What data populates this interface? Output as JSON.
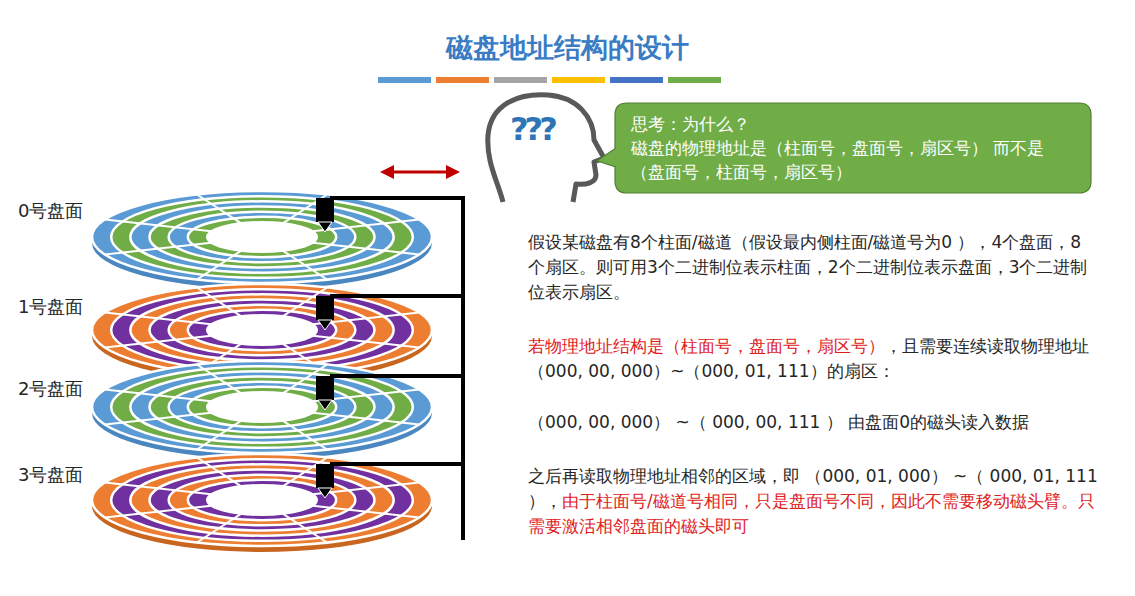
{
  "diagram": {
    "title": "磁盘地址结构的设计",
    "nodes": [
      {
        "text": [
          "思考：为什么？",
          "磁盘的物理地址是（柱面号，盘面号，扇区号） 而不是（盘面号，柱面号，扇区号）"
        ]
      }
    ],
    "labels": [
      "0号盘面",
      "1号盘面",
      "2号盘面",
      "3号盘面",
      "???",
      "假设某磁盘有8个柱面/磁道（假设最内侧柱面/磁道号为0 ），4个盘面，8个扇区。则可用3个二进制位表示柱面，2个二进制位表示盘面，3个二进制位表示扇区。",
      "若物理地址结构是（柱面号，盘面号，扇区号）",
      "，且需要连续读取物理地址 （000, 00, 000）~（000, 01, 111）的扇区：",
      "（000, 00, 000） ~（ 000, 00, 111 ） 由盘面0的磁头读入数据",
      "之后再读取物理地址相邻的区域，即 （000, 01, 000） ~（ 000, 01, 111 ），",
      "由于柱面号/磁道号相同，只是盘面号不同，因此不需要移动磁头臂。只需要激活相邻盘面的磁头即可"
    ]
  }
}
